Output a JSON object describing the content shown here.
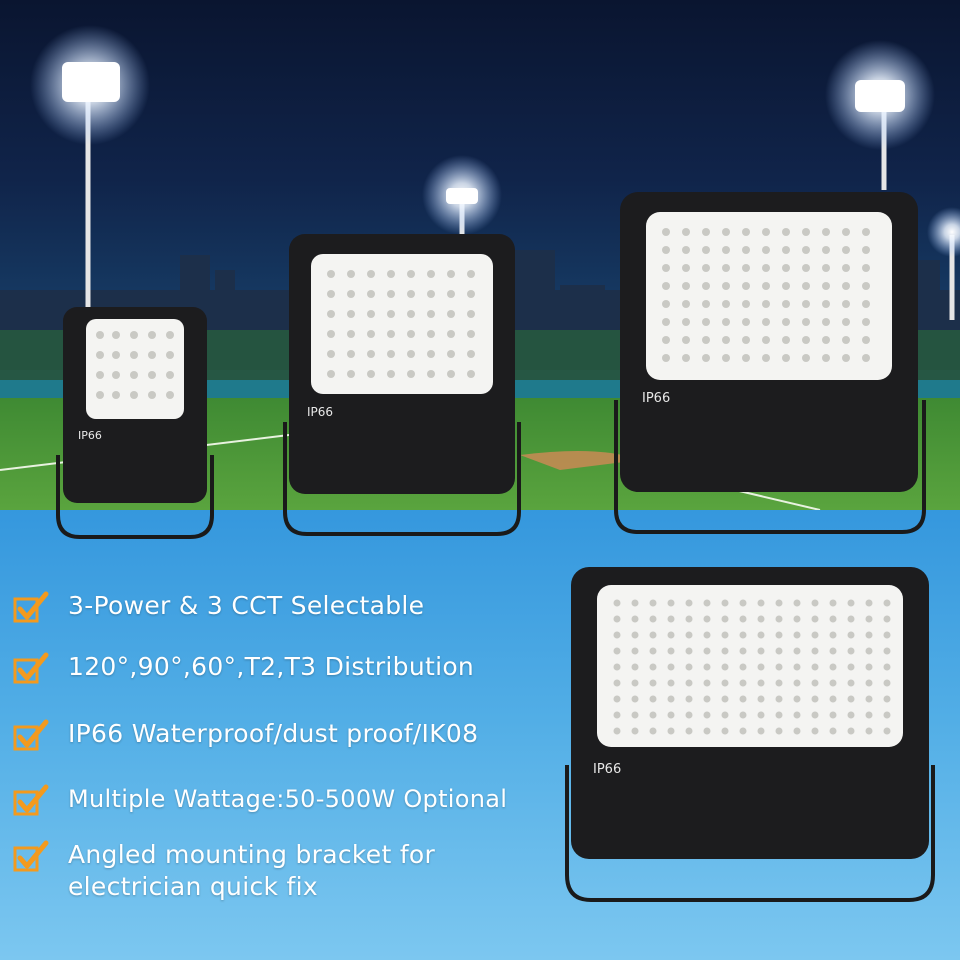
{
  "product": {
    "ip_rating_label": "IP66",
    "features": [
      {
        "icon": "check-icon",
        "text": "3-Power & 3 CCT Selectable"
      },
      {
        "icon": "check-icon",
        "text": "120°,90°,60°,T2,T3 Distribution"
      },
      {
        "icon": "check-icon",
        "text": "IP66 Waterproof/dust proof/IK08"
      },
      {
        "icon": "check-icon",
        "text": "Multiple Wattage:50-500W Optional"
      },
      {
        "icon": "check-icon",
        "text": "Angled mounting bracket for electrician quick fix"
      }
    ]
  },
  "colors": {
    "accent_check": "#f39a1e",
    "housing": "#1c1c1e",
    "background_top": "#1a7fd0",
    "background_bottom": "#7cc7f0"
  }
}
